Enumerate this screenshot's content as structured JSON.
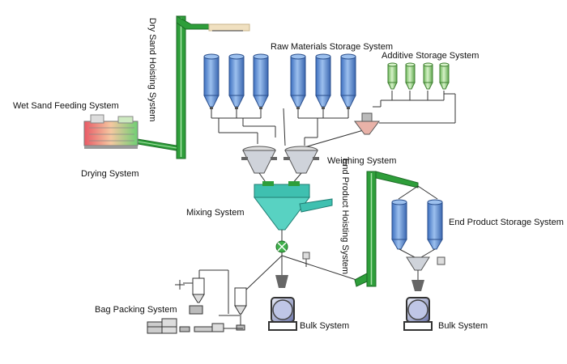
{
  "labels": {
    "dry_sand_hoisting": "Dry Sand Hoisting System",
    "raw_materials": "Raw Materials Storage System",
    "additive_storage": "Additive Storage System",
    "wet_sand_feeding": "Wet Sand Feeding System",
    "drying": "Drying System",
    "weighing": "Weighing System",
    "end_product_hoisting": "End Product Hoisting System",
    "mixing": "Mixing System",
    "end_product_storage": "End Product Storage System",
    "bag_packing": "Bag Packing System",
    "bulk_left": "Bulk System",
    "bulk_right": "Bulk System"
  },
  "colors": {
    "silo_blue": "#5b8fd6",
    "additive_green": "#9fd68c",
    "elevator_green": "#2e9e3a",
    "mixer_teal": "#3fc0b0",
    "line": "#333333"
  }
}
